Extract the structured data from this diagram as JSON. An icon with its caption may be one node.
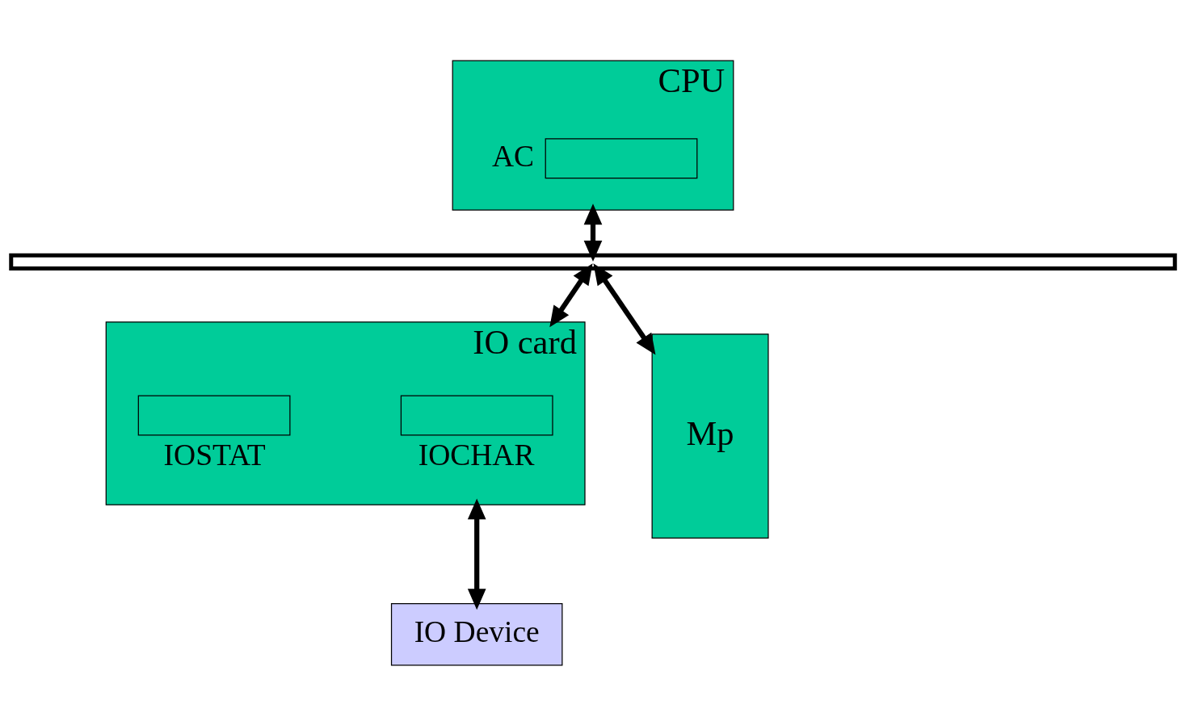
{
  "diagram": {
    "nodes": [
      {
        "text": [
          "CPU"
        ]
      },
      {
        "text": [
          "AC"
        ],
        "in": 0
      },
      {
        "text": [],
        "shape": "bar"
      },
      {
        "text": [
          "IO card"
        ]
      },
      {
        "text": [
          "IOCHAR"
        ],
        "in": 3
      },
      {
        "text": [
          "IOSTAT"
        ],
        "in": 3
      },
      {
        "text": [
          "Mp"
        ]
      },
      {
        "text": [
          "IO Device"
        ]
      }
    ],
    "edges": [
      {
        "from": 0,
        "to": 2,
        "arrow": "both"
      },
      {
        "from": 2,
        "to": 3,
        "arrow": "both"
      },
      {
        "from": 2,
        "to": 6,
        "arrow": "both"
      },
      {
        "from": 3,
        "to": 7,
        "arrow": "both"
      }
    ]
  }
}
